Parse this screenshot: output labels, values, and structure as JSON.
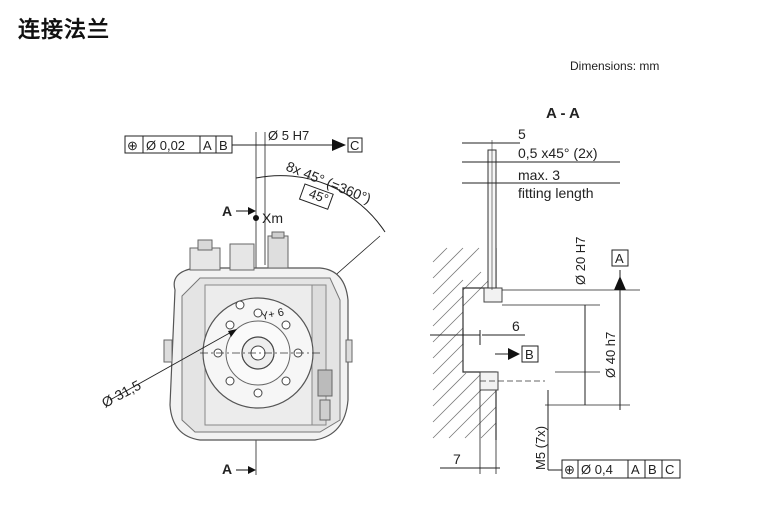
{
  "title": "连接法兰",
  "units_note": "Dimensions: mm",
  "section_label": "A - A",
  "left_view": {
    "tolerance_frame": {
      "symbol": "⊕",
      "value": "Ø 0,02",
      "datums": [
        "A",
        "B"
      ]
    },
    "bore_label": "Ø 5 H7",
    "datum_c": "C",
    "holes_label": "8x 45° (=360°)",
    "angle_box": "45°",
    "xm_label": "Xm",
    "section_mark_top": "A",
    "section_mark_bottom": "A",
    "diameter_label": "Ø 31,5",
    "engraving": "Y+ 6"
  },
  "right_view": {
    "dim_5": "5",
    "chamfer": "0,5 x45° (2x)",
    "fitting_max": "max. 3",
    "fitting_text": "fitting length",
    "dia_20": "Ø 20 H7",
    "datum_a": "A",
    "dim_6": "6",
    "dia_40": "Ø 40 h7",
    "datum_b": "B",
    "dim_7": "7",
    "thread": "M5 (7x)",
    "tolerance_frame": {
      "symbol": "⊕",
      "value": "Ø 0,4",
      "datums": [
        "A",
        "B",
        "C"
      ]
    }
  }
}
